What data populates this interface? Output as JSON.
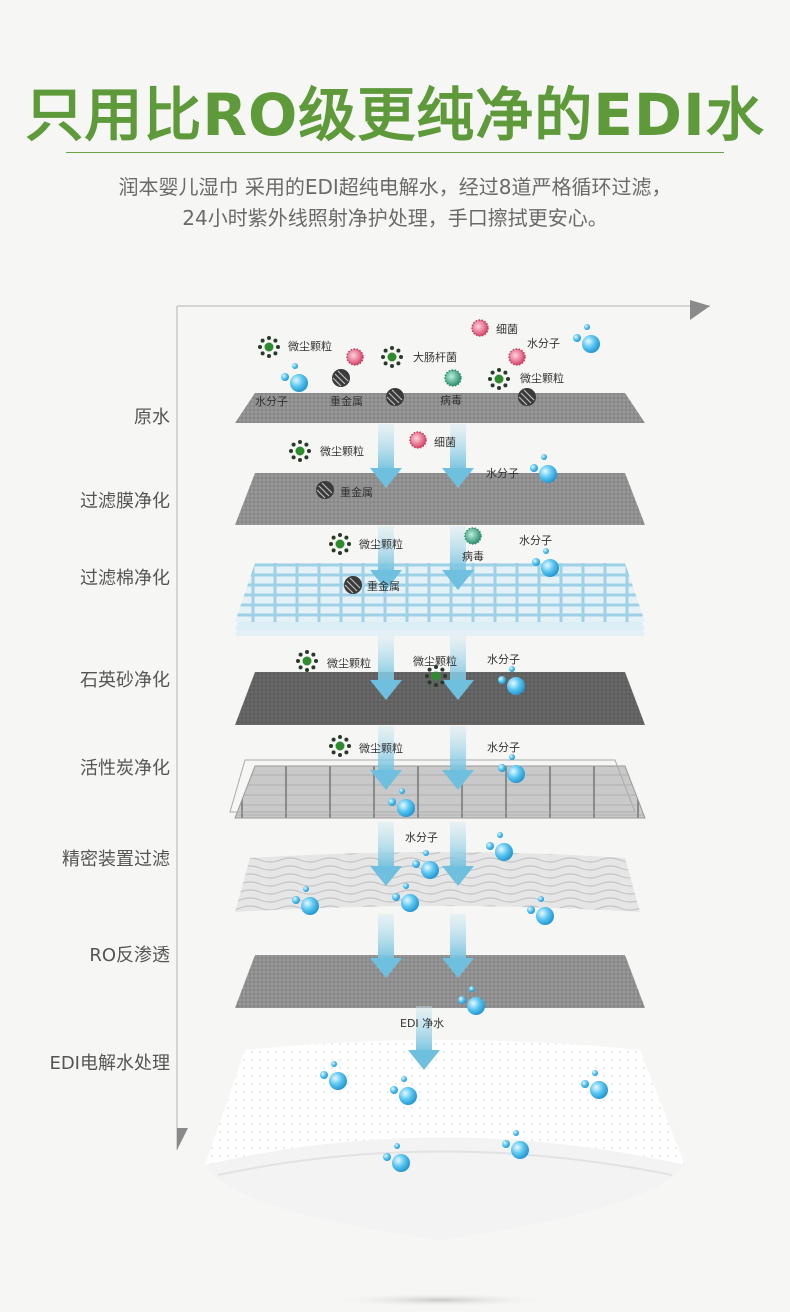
{
  "title": "只用比RO级更纯净的EDI水",
  "subtitle": {
    "line1": "润本婴儿湿巾 采用的EDI超纯电解水，经过8道严格循环过滤，",
    "line2": "24小时紫外线照射净护处理，手口擦拭更安心。"
  },
  "stages": [
    "原水",
    "过滤膜净化",
    "过滤棉净化",
    "石英砂净化",
    "活性炭净化",
    "精密装置过滤",
    "RO反渗透",
    "EDI电解水处理"
  ],
  "particles": {
    "dust": "微尘颗粒",
    "bacteria": "细菌",
    "water": "水分子",
    "ecoli": "大肠杆菌",
    "metal": "重金属",
    "virus": "病毒",
    "edi": "EDI 净水"
  },
  "colors": {
    "title_green": "#5e9a3a",
    "dust_green": "#2e8b2e",
    "bacteria_pink": "#e0607a",
    "water_blue": "#3cb4e6",
    "arrow_blue": "#7fc6e0",
    "metal_dark": "#3a3a3a",
    "virus_teal": "#4aa58a"
  }
}
